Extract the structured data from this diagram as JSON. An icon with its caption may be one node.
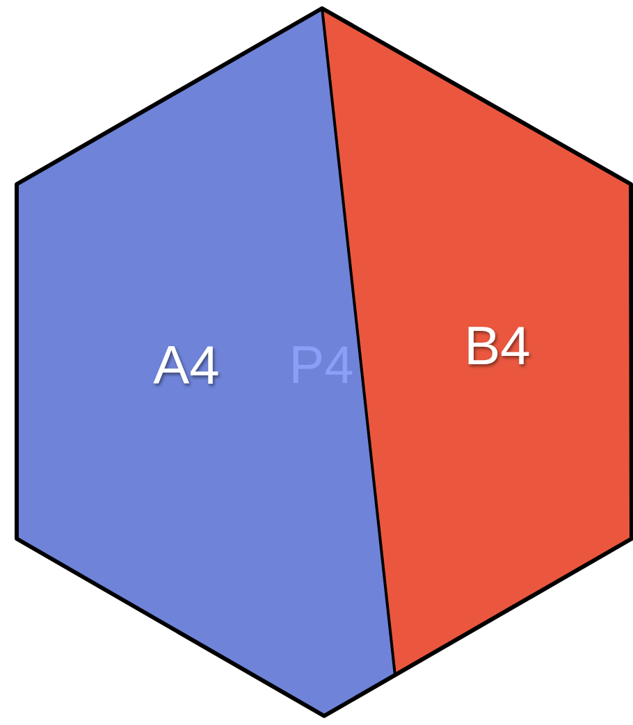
{
  "diagram": {
    "nodes": [
      {
        "text": [
          "A4"
        ]
      },
      {
        "text": [
          "B4"
        ]
      }
    ],
    "labels": [
      "P4"
    ]
  }
}
